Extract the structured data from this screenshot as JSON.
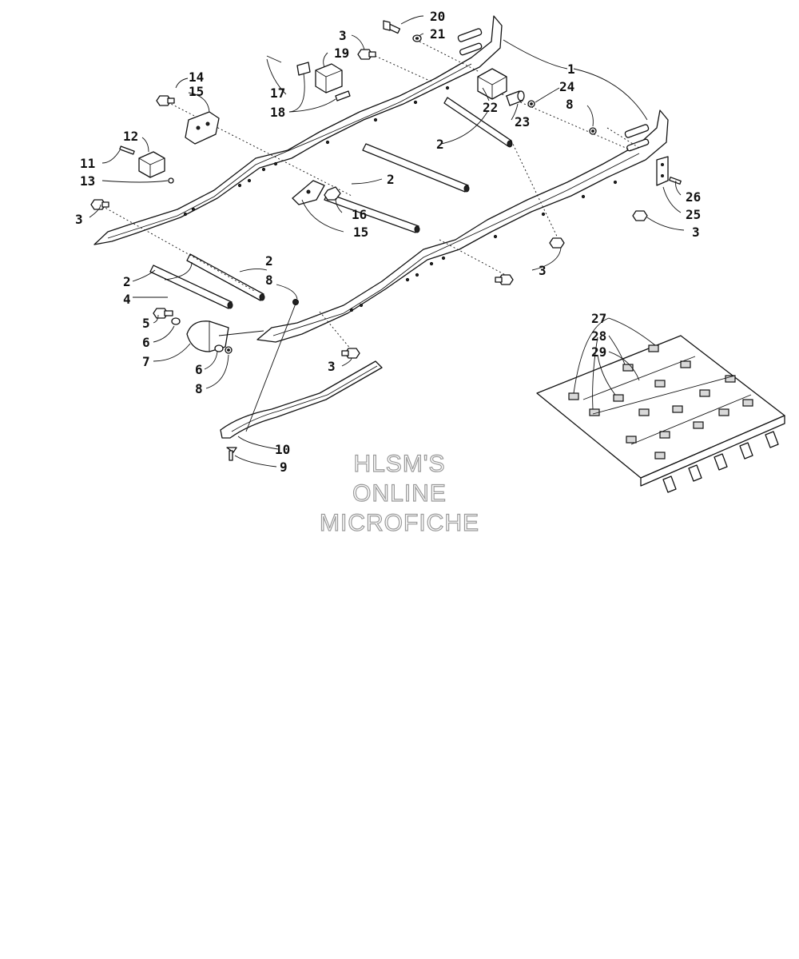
{
  "watermark": {
    "line1": "HLSM'S",
    "line2": "ONLINE",
    "line3": "MICROFICHE"
  },
  "callouts": {
    "c20": "20",
    "c21": "21",
    "c3a": "3",
    "c19": "19",
    "c1": "1",
    "c14": "14",
    "c15a": "15",
    "c24": "24",
    "c8a": "8",
    "c17": "17",
    "c18": "18",
    "c22": "22",
    "c23": "23",
    "c12": "12",
    "c2a": "2",
    "c11": "11",
    "c13": "13",
    "c2b": "2",
    "c26": "26",
    "c3b": "3",
    "c16": "16",
    "c25": "25",
    "c3c": "3",
    "c15b": "15",
    "c2c": "2",
    "c3d": "3",
    "c8b": "8",
    "c2d": "2",
    "c4": "4",
    "c5": "5",
    "c6a": "6",
    "c7": "7",
    "c6b": "6",
    "c8c": "8",
    "c3e": "3",
    "c27": "27",
    "c28": "28",
    "c29": "29",
    "c10": "10",
    "c9": "9"
  }
}
